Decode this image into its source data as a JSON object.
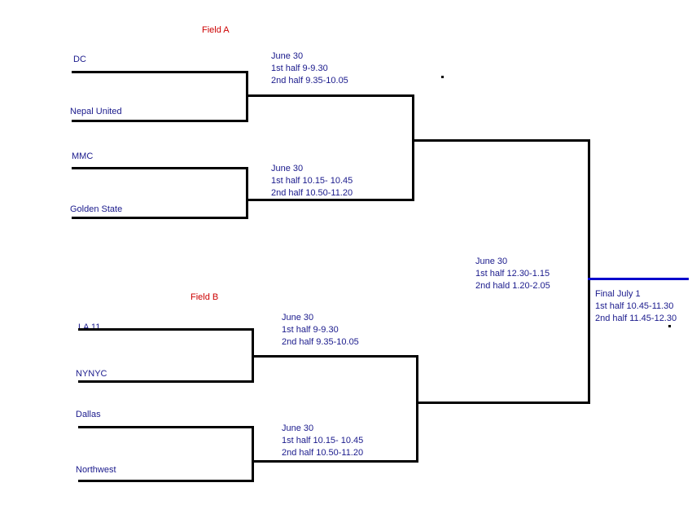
{
  "fields": {
    "a_label": "Field A",
    "b_label": "Field B"
  },
  "teams": {
    "dc": "DC",
    "nepal_united": "Nepal United",
    "mmc": "MMC",
    "golden_state": "Golden State",
    "la11": "LA 11",
    "nynyc": "NYNYC",
    "dallas": "Dallas",
    "northwest": "Northwest"
  },
  "matches": {
    "a1": {
      "date": "June 30",
      "first_half": "1st half 9-9.30",
      "second_half": "2nd half 9.35-10.05"
    },
    "a2": {
      "date": "June 30",
      "first_half": "1st half 10.15- 10.45",
      "second_half": "2nd half 10.50-11.20"
    },
    "b1": {
      "date": "June 30",
      "first_half": "1st half 9-9.30",
      "second_half": "2nd half 9.35-10.05"
    },
    "b2": {
      "date": "June 30",
      "first_half": "1st half 10.15- 10.45",
      "second_half": "2nd half 10.50-11.20"
    },
    "semifinal": {
      "date": "June 30",
      "first_half": "1st half 12.30-1.15",
      "second_half": "2nd hald 1.20-2.05"
    },
    "final": {
      "date": "Final July 1",
      "first_half": "1st half 10.45-11.30",
      "second_half": "2nd half 11.45-12.30"
    }
  },
  "colors": {
    "line": "#000000",
    "final_line": "#0000cc",
    "team_text": "#1a1a8c",
    "field_text": "#cc0000"
  }
}
